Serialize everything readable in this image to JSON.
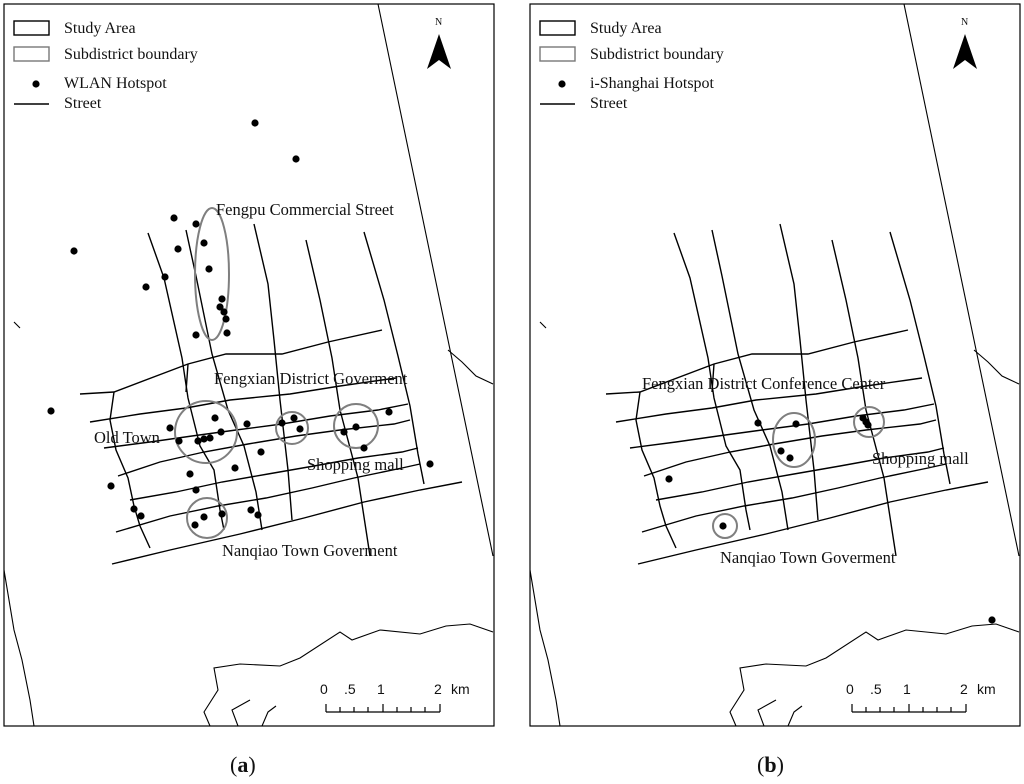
{
  "panel_a": {
    "legend": {
      "study_area": "Study Area",
      "subdistrict": "Subdistrict boundary",
      "hotspot": "WLAN Hotspot",
      "street": "Street"
    },
    "labels": {
      "fengpu": "Fengpu Commercial Street",
      "fengxian": "Fengxian District Goverment",
      "old_town": "Old Town",
      "shopping_mall": "Shopping mall",
      "nanqiao": "Nanqiao Town Goverment"
    },
    "north": "N",
    "scale": {
      "t0": "0",
      "t1": ".5",
      "t2": "1",
      "t3": "2",
      "unit": "km"
    },
    "caption": {
      "open": "(",
      "letter": "a",
      "close": ")"
    }
  },
  "panel_b": {
    "legend": {
      "study_area": "Study Area",
      "subdistrict": "Subdistrict boundary",
      "hotspot": "i-Shanghai Hotspot",
      "street": "Street"
    },
    "labels": {
      "fengxian": "Fengxian District Conference Center",
      "shopping_mall": "Shopping mall",
      "nanqiao": "Nanqiao Town Goverment"
    },
    "north": "N",
    "scale": {
      "t0": "0",
      "t1": ".5",
      "t2": "1",
      "t3": "2",
      "unit": "km"
    },
    "caption": {
      "open": "(",
      "letter": "b",
      "close": ")"
    }
  }
}
